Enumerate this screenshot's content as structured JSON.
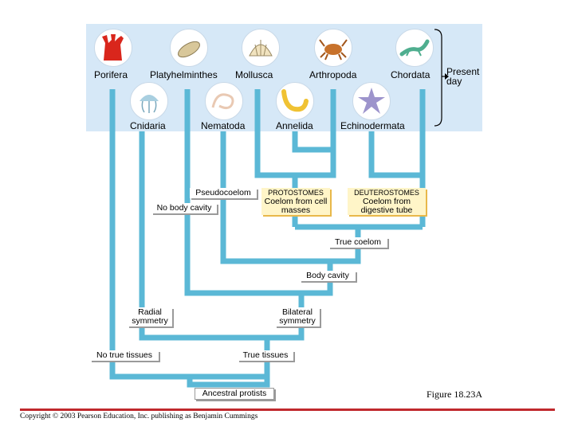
{
  "phyla": {
    "porifera": "Porifera",
    "platyhelminthes": "Platyhelminthes",
    "mollusca": "Mollusca",
    "arthropoda": "Arthropoda",
    "chordata": "Chordata",
    "cnidaria": "Cnidaria",
    "nematoda": "Nematoda",
    "annelida": "Annelida",
    "echinodermata": "Echinodermata"
  },
  "present_day": "Present day",
  "labels": {
    "pseudocoelom": "Pseudocoelom",
    "no_body_cavity": "No body cavity",
    "protostomes_title": "PROTOSTOMES",
    "protostomes_desc": "Coelom from cell masses",
    "deuterostomes_title": "DEUTEROSTOMES",
    "deuterostomes_desc": "Coelom from digestive tube",
    "true_coelom": "True coelom",
    "body_cavity": "Body cavity",
    "radial_symmetry": "Radial symmetry",
    "bilateral_symmetry": "Bilateral symmetry",
    "no_true_tissues": "No true tissues",
    "true_tissues": "True tissues",
    "ancestral_protists": "Ancestral protists"
  },
  "figure_label": "Figure 18.23A",
  "copyright": "Copyright © 2003 Pearson Education, Inc. publishing as Benjamin Cummings",
  "colors": {
    "tree": "#5bb8d6",
    "band": "#d6e8f7",
    "accent_red": "#c0282d"
  }
}
